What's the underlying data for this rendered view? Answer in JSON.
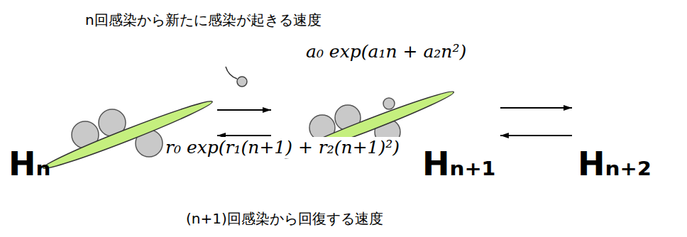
{
  "diagram": {
    "nodes": [
      {
        "text": [
          "Hₙ"
        ]
      },
      {
        "text": [
          "Hₙ₊₁"
        ]
      },
      {
        "text": [
          "Hₙ₊₂"
        ]
      }
    ],
    "edges": [
      {
        "from": 0,
        "to": 1,
        "arrow": "to",
        "label": "a₀ exp(a₁n + a₂n²)"
      },
      {
        "from": 1,
        "to": 0,
        "arrow": "to",
        "label": "r₀ exp(r₁(n+1) + r₂(n+1)²)"
      },
      {
        "from": 1,
        "to": 2,
        "arrow": "to"
      },
      {
        "from": 2,
        "to": 1,
        "arrow": "to"
      }
    ],
    "labels": [
      "n回感染から新たに感染が起きる速度",
      "(n+1)回感染から回復する速度"
    ]
  }
}
